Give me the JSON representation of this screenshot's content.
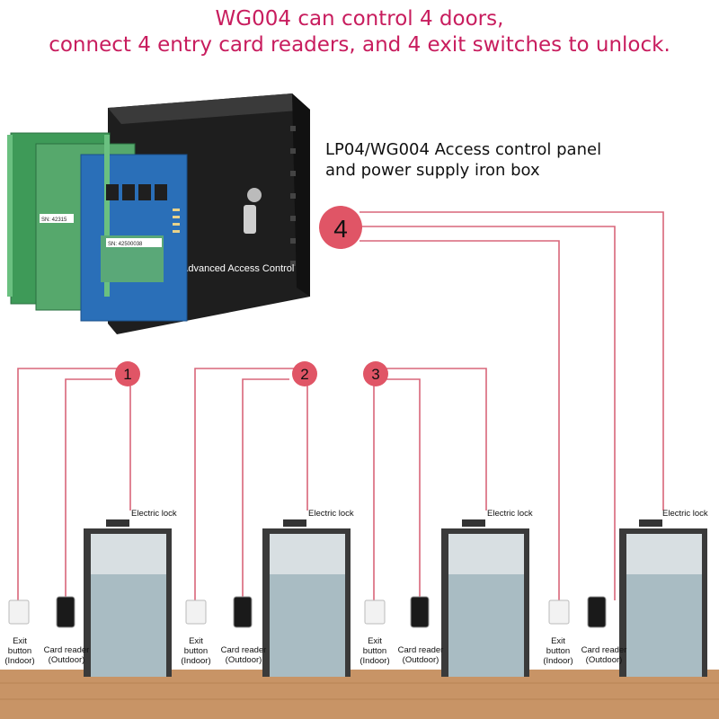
{
  "title": {
    "line1": "WG004 can control 4 doors,",
    "line2": "connect 4 entry card readers, and 4 exit switches to unlock."
  },
  "panel": {
    "label_line1": "LP04/WG004 Access control panel",
    "label_line2": "and power supply iron box",
    "box_text": "Advanced Access Control",
    "board_serial_1": "SN: 42315",
    "board_serial_2": "SN: 42500038"
  },
  "doors": [
    {
      "number": "1",
      "lock_label": "Electric lock",
      "exit_label_1": "Exit button",
      "exit_label_2": "(Indoor)",
      "reader_label_1": "Card reader",
      "reader_label_2": "(Outdoor)"
    },
    {
      "number": "2",
      "lock_label": "Electric lock",
      "exit_label_1": "Exit button",
      "exit_label_2": "(Indoor)",
      "reader_label_1": "Card reader",
      "reader_label_2": "(Outdoor)"
    },
    {
      "number": "3",
      "lock_label": "Electric lock",
      "exit_label_1": "Exit button",
      "exit_label_2": "(Indoor)",
      "reader_label_1": "Card reader",
      "reader_label_2": "(Outdoor)"
    },
    {
      "number": "4",
      "lock_label": "Electric lock",
      "exit_label_1": "Exit button",
      "exit_label_2": "(Indoor)",
      "reader_label_1": "Card reader",
      "reader_label_2": "(Outdoor)"
    }
  ],
  "colors": {
    "title": "#c81d5e",
    "wire": "#d9667a",
    "marker": "#e05566",
    "floor": "#c89466",
    "box": "#202020",
    "board_green": "#3a9a5a",
    "board_blue": "#2a6fb8"
  }
}
